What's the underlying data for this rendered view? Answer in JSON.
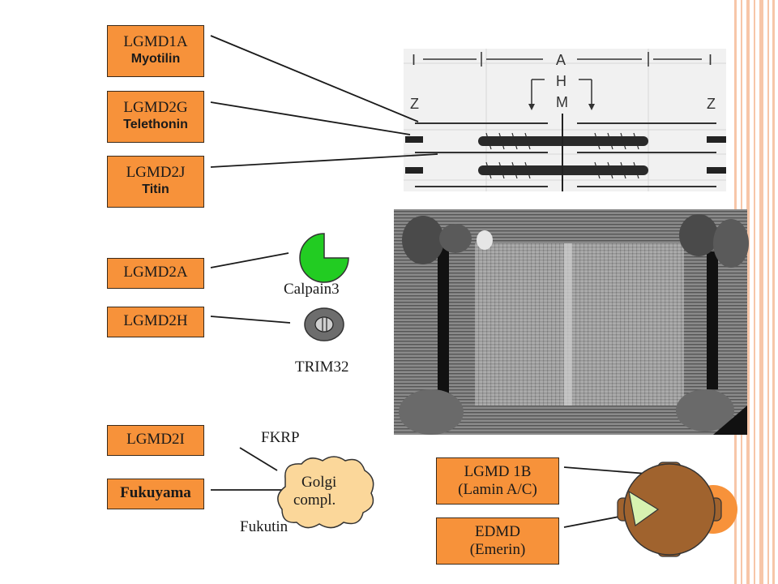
{
  "boxes": {
    "lgmd1a": {
      "line1": "LGMD1A",
      "line2": "Myotilin"
    },
    "lgmd2g": {
      "line1": "LGMD2G",
      "line2": "Telethonin"
    },
    "lgmd2j": {
      "line1": "LGMD2J",
      "line2": "Titin"
    },
    "lgmd2a": "LGMD2A",
    "lgmd2h": "LGMD2H",
    "lgmd2i": "LGMD2I",
    "fukuyama": "Fukuyama",
    "lgmd1b": {
      "line1": "LGMD 1B",
      "line2": "(Lamin A/C)"
    },
    "edmd": {
      "line1": "EDMD",
      "line2": "(Emerin)"
    }
  },
  "labels": {
    "calpain3": "Calpain3",
    "trim32": "TRIM32",
    "fkrp": "FKRP",
    "golgi": "Golgi",
    "golgi_compl": "compl.",
    "fukutin": "Fukutin"
  },
  "sarcomere_labels": {
    "i_left": "I",
    "a": "A",
    "i_right": "I",
    "h": "H",
    "m": "M",
    "z_left": "Z",
    "z_right": "Z"
  },
  "colors": {
    "orange": "#f7923a",
    "calpain_green": "#22cc22",
    "trim_gray": "#6d6d6d",
    "nucleus_brown": "#a0632e",
    "golgi_orange": "#fbd79a",
    "stripe": "#f7c6a8"
  },
  "icons": [
    "calpain3-icon",
    "trim32-icon",
    "golgi-icon",
    "nucleus-icon"
  ]
}
